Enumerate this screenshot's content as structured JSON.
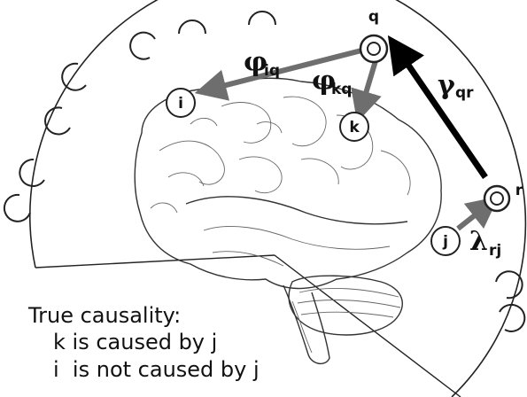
{
  "nodes": {
    "q": "q",
    "i": "i",
    "k": "k",
    "r": "r",
    "j": "j"
  },
  "edges": {
    "phi_iq": {
      "symbol": "φ",
      "subscript": "iq"
    },
    "phi_kq": {
      "symbol": "φ",
      "subscript": "kq"
    },
    "gamma_qr": {
      "symbol": "γ",
      "subscript": "qr"
    },
    "lambda_rj": {
      "symbol": "λ",
      "subscript": "rj"
    }
  },
  "caption": {
    "line1": "True causality:",
    "line2": "k is caused by j",
    "line3": "i  is not caused by j"
  },
  "colors": {
    "gray_arrow": "#6e6e6e",
    "black_arrow": "#000000",
    "outline": "#222222"
  }
}
